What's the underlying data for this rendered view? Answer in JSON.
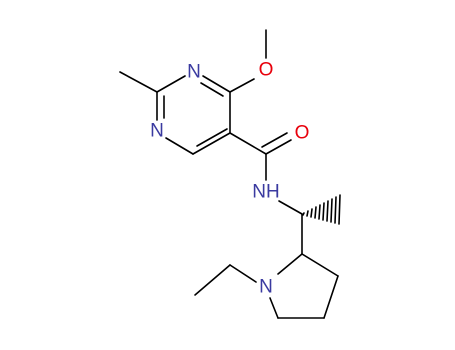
{
  "molecule": {
    "atoms": {
      "methyl_carbon": {
        "label": ""
      },
      "ring_n_top": {
        "label": "N",
        "color": "#3a3aa0"
      },
      "ring_n_left": {
        "label": "N",
        "color": "#3a3aa0"
      },
      "methoxy_o": {
        "label": "O",
        "color": "#e8000b"
      },
      "carbonyl_o": {
        "label": "O",
        "color": "#e8000b"
      },
      "amide_nh": {
        "label": "NH",
        "color": "#3a3aa0"
      },
      "pyrrolidine_n": {
        "label": "N",
        "color": "#3a3aa0"
      }
    },
    "colors": {
      "bond": "#000000",
      "nitrogen": "#3a3aa0",
      "oxygen": "#e8000b",
      "background": "#ffffff"
    },
    "stereo": {
      "chiral_center_bond": "hashed-wedge"
    }
  }
}
